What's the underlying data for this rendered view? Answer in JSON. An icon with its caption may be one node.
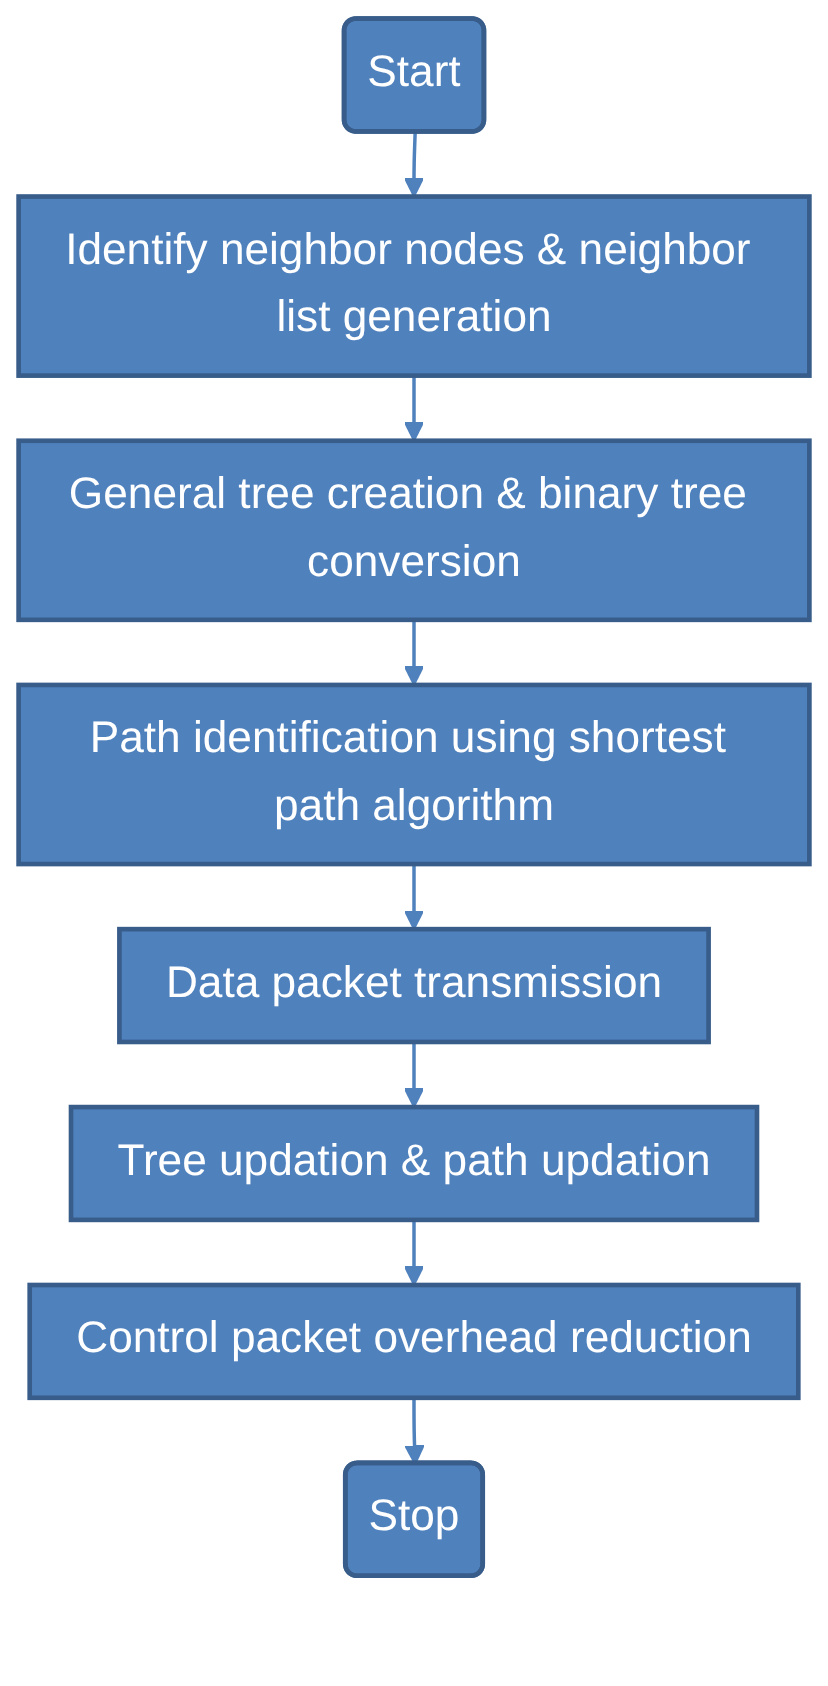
{
  "diagram": {
    "nodes": [
      {
        "text": [
          "Start"
        ]
      },
      {
        "text": [
          "Identify neighbor nodes & neighbor list generation"
        ]
      },
      {
        "text": [
          "General tree creation & binary tree conversion"
        ]
      },
      {
        "text": [
          "Path identification using shortest path algorithm"
        ]
      },
      {
        "text": [
          "Data packet transmission"
        ]
      },
      {
        "text": [
          "Tree updation & path updation"
        ]
      },
      {
        "text": [
          "Control packet overhead reduction"
        ]
      },
      {
        "text": [
          "Stop"
        ]
      }
    ],
    "edges": [
      {
        "from": 0,
        "to": 1,
        "arrow": "to"
      },
      {
        "from": 1,
        "to": 2,
        "arrow": "to"
      },
      {
        "from": 2,
        "to": 3,
        "arrow": "to"
      },
      {
        "from": 3,
        "to": 4,
        "arrow": "to"
      },
      {
        "from": 4,
        "to": 5,
        "arrow": "to"
      },
      {
        "from": 5,
        "to": 6,
        "arrow": "to"
      },
      {
        "from": 6,
        "to": 7,
        "arrow": "to"
      }
    ]
  }
}
